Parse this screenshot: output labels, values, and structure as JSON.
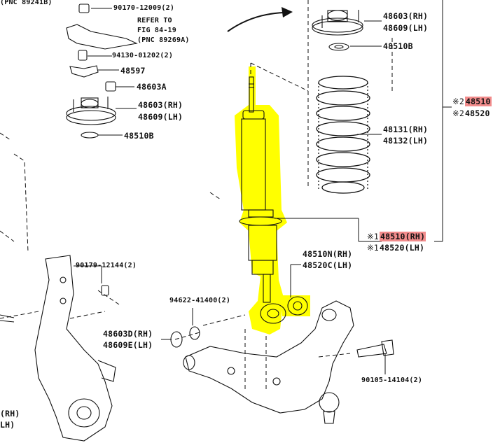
{
  "diagram": {
    "refs": {
      "pnc_top": "(PNC 89241B)",
      "refer_line1": "REFER TO",
      "refer_line2": "FIG 84-19",
      "refer_line3": "(PNC 89269A)"
    },
    "parts": {
      "p90170": "90170-12009(2)",
      "p94130": "94130-01202(2)",
      "p48597": "48597",
      "p48603A": "48603A",
      "p48603_rh_left": "48603(RH)",
      "p48609_lh_left": "48609(LH)",
      "p48510B_left": "48510B",
      "p48603_rh_right": "48603(RH)",
      "p48609_lh_right": "48609(LH)",
      "p48510B_right": "48510B",
      "p48131": "48131(RH)",
      "p48132": "48132(LH)",
      "mark2": "※2",
      "p48510_top": "48510",
      "p48520_top": "48520",
      "mark1": "※1",
      "p48510_rh": "48510(RH)",
      "p48520_lh": "48520(LH)",
      "p48510N": "48510N(RH)",
      "p48520C": "48520C(LH)",
      "p90179": "90179-12144(2)",
      "p94622": "94622-41400(2)",
      "p48603D": "48603D(RH)",
      "p48609E": "48609E(LH)",
      "p90105": "90105-14104(2)",
      "edge_rh": "(RH)",
      "edge_lh": "LH)"
    },
    "colors": {
      "highlight_yellow": "#ffff00",
      "highlight_red": "#f28c8c",
      "line": "#111111"
    }
  }
}
